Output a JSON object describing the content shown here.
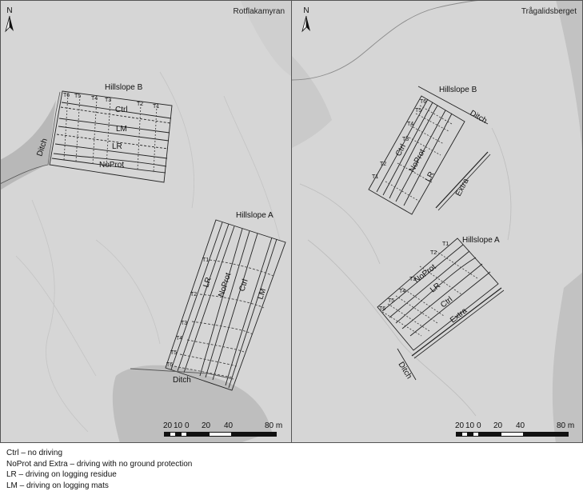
{
  "panels": {
    "left": {
      "site": "Rotflakamyran",
      "north": "N",
      "hillslope_b": "Hillslope B",
      "hillslope_a": "Hillslope A",
      "ditch_b": "Ditch",
      "ditch_a": "Ditch",
      "treatments_b": [
        "Ctrl",
        "LM",
        "LR",
        "NoProt"
      ],
      "transects_b": [
        "T6",
        "T5",
        "T4",
        "T3",
        "T2",
        "T1"
      ],
      "treatments_a": [
        "LR",
        "NoProt",
        "Ctrl",
        "LM"
      ],
      "transects_a": [
        "T1",
        "T2",
        "T3",
        "T4",
        "T5",
        "T6"
      ]
    },
    "right": {
      "site": "Trågalidsberget",
      "north": "N",
      "hillslope_b": "Hillslope B",
      "hillslope_a": "Hillslope A",
      "ditch_b": "Ditch",
      "ditch_a": "Ditch",
      "treatments_b": [
        "Ctrl",
        "NoProt",
        "LR",
        "Extra"
      ],
      "transects_b": [
        "T6",
        "T5",
        "T4",
        "T3",
        "T2",
        "T1"
      ],
      "treatments_a": [
        "NoProt",
        "LR",
        "Ctrl",
        "Extra"
      ],
      "transects_a": [
        "T1",
        "T2",
        "T3",
        "T4",
        "T5",
        "T6"
      ]
    }
  },
  "scale": {
    "labels": [
      "20",
      "10",
      "0",
      "20",
      "40",
      "80 m"
    ]
  },
  "legend": [
    "Ctrl – no driving",
    "NoProt and Extra – driving with no ground protection",
    "LR – driving on logging residue",
    "LM – driving on logging mats"
  ]
}
